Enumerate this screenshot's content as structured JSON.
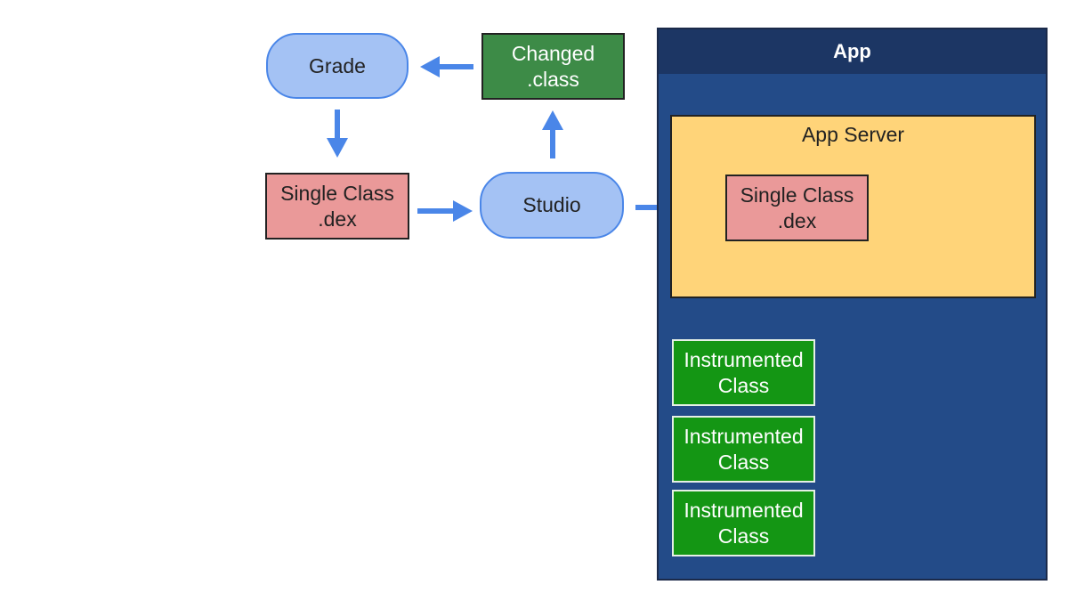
{
  "nodes": {
    "grade": "Grade",
    "changed_class": "Changed\n.class",
    "single_class_dex": "Single Class\n.dex",
    "studio": "Studio"
  },
  "app": {
    "title": "App",
    "server": {
      "title": "App Server",
      "dex": "Single Class\n.dex"
    },
    "instrumented": [
      "Instrumented\nClass",
      "Instrumented\nClass",
      "Instrumented\nClass"
    ]
  },
  "colors": {
    "pill_fill": "#a4c2f4",
    "pill_border": "#4a86e8",
    "changed_fill": "#3d8b47",
    "dex_fill": "#ea9999",
    "arrow": "#4a86e8",
    "app_fill": "#234b88",
    "app_header": "#1c3664",
    "server_fill": "#ffd479",
    "instrumented_fill": "#149614"
  }
}
